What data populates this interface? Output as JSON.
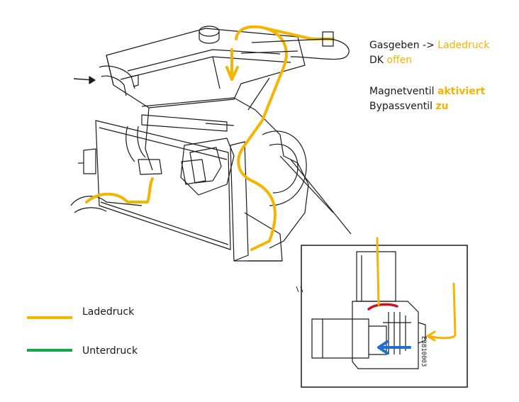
{
  "annotations": {
    "line1_prefix": "Gasgeben -> ",
    "line1_highlight": "Ladedruck",
    "line2_prefix": "DK ",
    "line2_highlight": "offen",
    "line3_prefix": "Magnetventil ",
    "line3_highlight": "aktiviert",
    "line4_prefix": "Bypassventil ",
    "line4_highlight": "zu"
  },
  "legend": [
    {
      "label": "Ladedruck",
      "color": "#f5b400"
    },
    {
      "label": "Unterdruck",
      "color": "#16a84a"
    }
  ],
  "inset": {
    "part_number": "E3810003",
    "flow_arrow_color": "#1f6fd1",
    "seal_color": "#d0101b"
  },
  "colors": {
    "line_art": "#1a1a1a",
    "charge_pressure": "#f5b400"
  }
}
